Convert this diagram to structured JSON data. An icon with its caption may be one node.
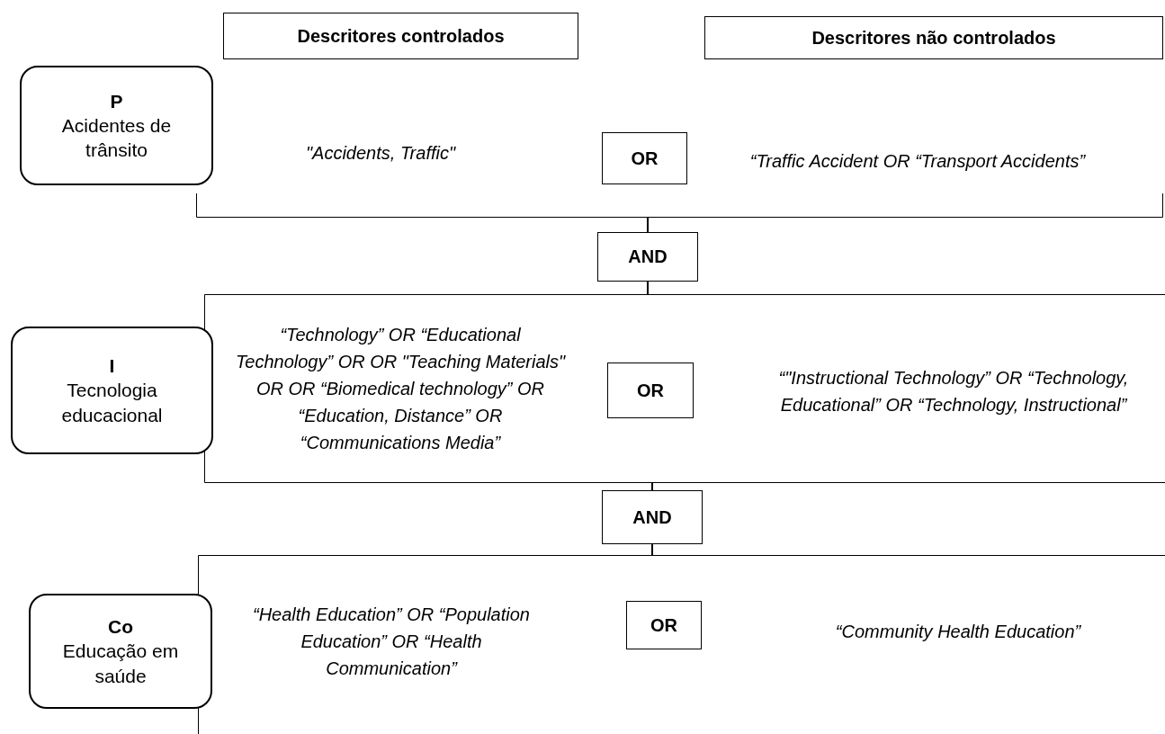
{
  "diagram": {
    "nodes": [
      {
        "text": [
          "Descritores controlados"
        ]
      },
      {
        "text": [
          "Descritores não controlados"
        ]
      },
      {
        "text": [
          "P",
          "Acidentes de trânsito"
        ]
      },
      {
        "text": [
          "\"Accidents, Traffic\"",
          "“Traffic Accident OR “Transport Accidents”"
        ]
      },
      {
        "text": [
          "OR"
        ],
        "in": 3
      },
      {
        "text": [
          "AND"
        ]
      },
      {
        "text": [
          "I",
          "Tecnologia educacional"
        ]
      },
      {
        "text": [
          "“Technology” OR “Educational Technology” OR OR \"Teaching Materials\" OR OR “Biomedical technology” OR “Education, Distance” OR “Communications Media”",
          "“\"Instructional Technology” OR “Technology, Educational” OR “Technology, Instructional”"
        ]
      },
      {
        "text": [
          "OR"
        ],
        "in": 7
      },
      {
        "text": [
          "AND"
        ]
      },
      {
        "text": [
          "Co",
          "Educação em saúde"
        ]
      },
      {
        "text": [
          "“Health Education” OR “Population Education” OR “Health Communication”",
          "“Community Health Education”"
        ]
      },
      {
        "text": [
          "OR"
        ],
        "in": 11
      }
    ],
    "edges": [
      {
        "from": 3,
        "to": 5,
        "arrow": "none"
      },
      {
        "from": 5,
        "to": 7,
        "arrow": "none"
      },
      {
        "from": 7,
        "to": 9,
        "arrow": "none"
      },
      {
        "from": 9,
        "to": 11,
        "arrow": "none"
      }
    ]
  }
}
